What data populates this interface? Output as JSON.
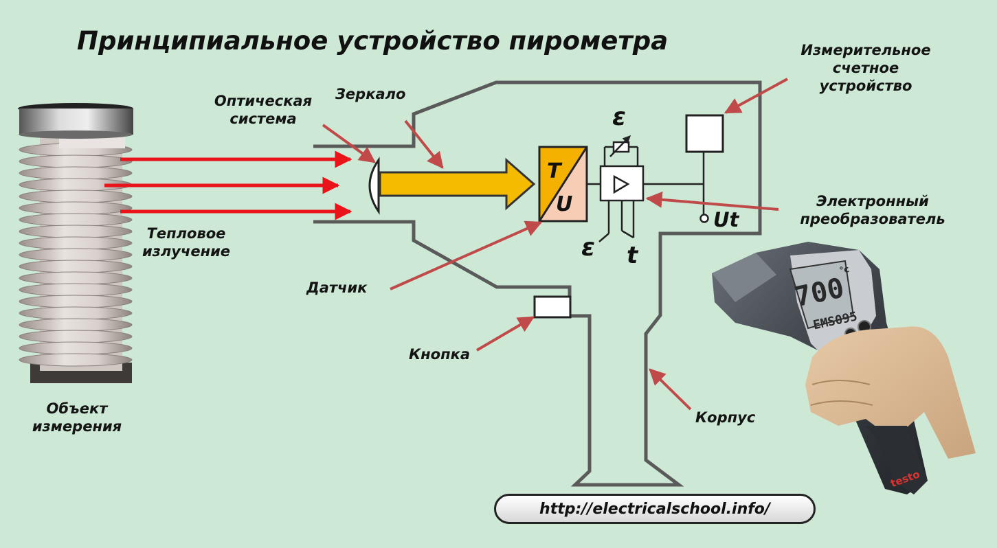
{
  "title": "Принципиальное устройство пирометра",
  "labels": {
    "object_line1": "Объект",
    "object_line2": "измерения",
    "radiation_line1": "Тепловое",
    "radiation_line2": "излучение",
    "optics_line1": "Оптическая",
    "optics_line2": "система",
    "mirror": "Зеркало",
    "sensor": "Датчик",
    "button": "Кнопка",
    "counter_line1": "Измерительное",
    "counter_line2": "счетное",
    "counter_line3": "устройство",
    "converter_line1": "Электронный",
    "converter_line2": "преобразователь",
    "body": "Корпус"
  },
  "symbols": {
    "sensor_top": "T",
    "sensor_bottom": "U",
    "epsilon_top": "ε",
    "epsilon_bottom": "ε",
    "temperature": "t",
    "output": "Ut"
  },
  "device_display": {
    "reading": "700",
    "unit": "°c",
    "model": "EMS095",
    "brand": "testo"
  },
  "url": "http://electricalschool.info/",
  "colors": {
    "background": "#cde9d5",
    "radiation_arrow": "#e8141a",
    "light_beam": "#f5bb00",
    "sensor_fill_top": "#f5b100",
    "sensor_fill_bottom": "#f7cdb6",
    "pointer_arrow": "#c04a4a",
    "housing_outline": "#5a5a5a"
  },
  "icons": [
    "insulator-icon",
    "pyrometer-photo-icon",
    "amplifier-triangle-icon",
    "lens-icon"
  ]
}
